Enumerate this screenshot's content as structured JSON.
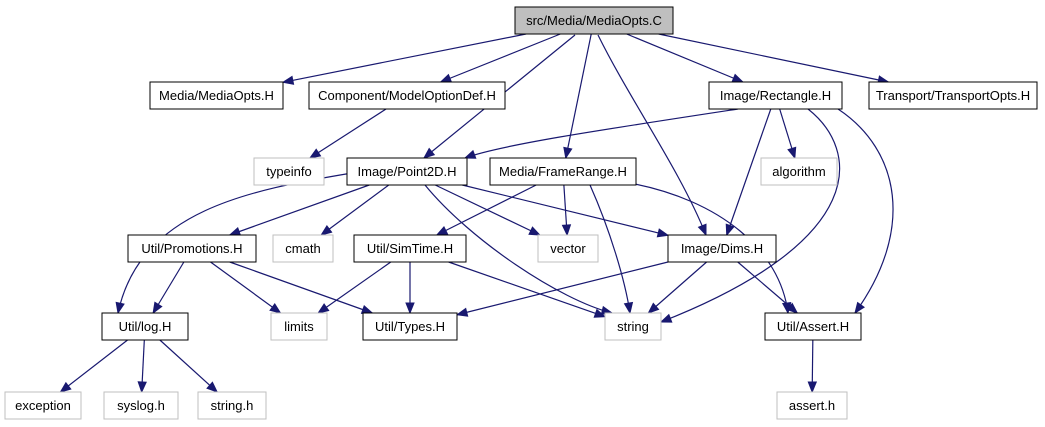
{
  "graph": {
    "edge_color": "#191970",
    "nodes": [
      {
        "id": "main",
        "label": "src/Media/MediaOpts.C",
        "kind": "main"
      },
      {
        "id": "mediaopts_h",
        "label": "Media/MediaOpts.H",
        "kind": "doc"
      },
      {
        "id": "modeloptiondef",
        "label": "Component/ModelOptionDef.H",
        "kind": "doc"
      },
      {
        "id": "rectangle",
        "label": "Image/Rectangle.H",
        "kind": "doc"
      },
      {
        "id": "transportopts",
        "label": "Transport/TransportOpts.H",
        "kind": "doc"
      },
      {
        "id": "typeinfo",
        "label": "typeinfo",
        "kind": "sys"
      },
      {
        "id": "point2d",
        "label": "Image/Point2D.H",
        "kind": "doc"
      },
      {
        "id": "framerange",
        "label": "Media/FrameRange.H",
        "kind": "doc"
      },
      {
        "id": "algorithm",
        "label": "algorithm",
        "kind": "sys"
      },
      {
        "id": "promotions",
        "label": "Util/Promotions.H",
        "kind": "doc"
      },
      {
        "id": "cmath",
        "label": "cmath",
        "kind": "sys"
      },
      {
        "id": "simtime",
        "label": "Util/SimTime.H",
        "kind": "doc"
      },
      {
        "id": "vector",
        "label": "vector",
        "kind": "sys"
      },
      {
        "id": "dims",
        "label": "Image/Dims.H",
        "kind": "doc"
      },
      {
        "id": "log",
        "label": "Util/log.H",
        "kind": "doc"
      },
      {
        "id": "limits",
        "label": "limits",
        "kind": "sys"
      },
      {
        "id": "types",
        "label": "Util/Types.H",
        "kind": "doc"
      },
      {
        "id": "string",
        "label": "string",
        "kind": "sys"
      },
      {
        "id": "assert_h",
        "label": "Util/Assert.H",
        "kind": "doc"
      },
      {
        "id": "exception",
        "label": "exception",
        "kind": "sys"
      },
      {
        "id": "syslog",
        "label": "syslog.h",
        "kind": "sys"
      },
      {
        "id": "string_h",
        "label": "string.h",
        "kind": "sys"
      },
      {
        "id": "assert_sys",
        "label": "assert.h",
        "kind": "sys"
      }
    ],
    "edges": [
      {
        "from": "main",
        "to": "mediaopts_h"
      },
      {
        "from": "main",
        "to": "modeloptiondef"
      },
      {
        "from": "main",
        "to": "rectangle"
      },
      {
        "from": "main",
        "to": "transportopts"
      },
      {
        "from": "main",
        "to": "point2d"
      },
      {
        "from": "main",
        "to": "framerange"
      },
      {
        "from": "main",
        "to": "dims"
      },
      {
        "from": "modeloptiondef",
        "to": "typeinfo"
      },
      {
        "from": "rectangle",
        "to": "point2d"
      },
      {
        "from": "rectangle",
        "to": "algorithm"
      },
      {
        "from": "rectangle",
        "to": "dims"
      },
      {
        "from": "rectangle",
        "to": "string"
      },
      {
        "from": "rectangle",
        "to": "assert_h"
      },
      {
        "from": "point2d",
        "to": "promotions"
      },
      {
        "from": "point2d",
        "to": "log"
      },
      {
        "from": "point2d",
        "to": "cmath"
      },
      {
        "from": "point2d",
        "to": "vector"
      },
      {
        "from": "point2d",
        "to": "dims"
      },
      {
        "from": "point2d",
        "to": "string"
      },
      {
        "from": "framerange",
        "to": "simtime"
      },
      {
        "from": "framerange",
        "to": "vector"
      },
      {
        "from": "framerange",
        "to": "string"
      },
      {
        "from": "framerange",
        "to": "assert_h"
      },
      {
        "from": "promotions",
        "to": "log"
      },
      {
        "from": "promotions",
        "to": "limits"
      },
      {
        "from": "promotions",
        "to": "types"
      },
      {
        "from": "simtime",
        "to": "limits"
      },
      {
        "from": "simtime",
        "to": "types"
      },
      {
        "from": "simtime",
        "to": "string"
      },
      {
        "from": "dims",
        "to": "types"
      },
      {
        "from": "dims",
        "to": "string"
      },
      {
        "from": "dims",
        "to": "assert_h"
      },
      {
        "from": "log",
        "to": "exception"
      },
      {
        "from": "log",
        "to": "syslog"
      },
      {
        "from": "log",
        "to": "string_h"
      },
      {
        "from": "assert_h",
        "to": "assert_sys"
      }
    ]
  }
}
